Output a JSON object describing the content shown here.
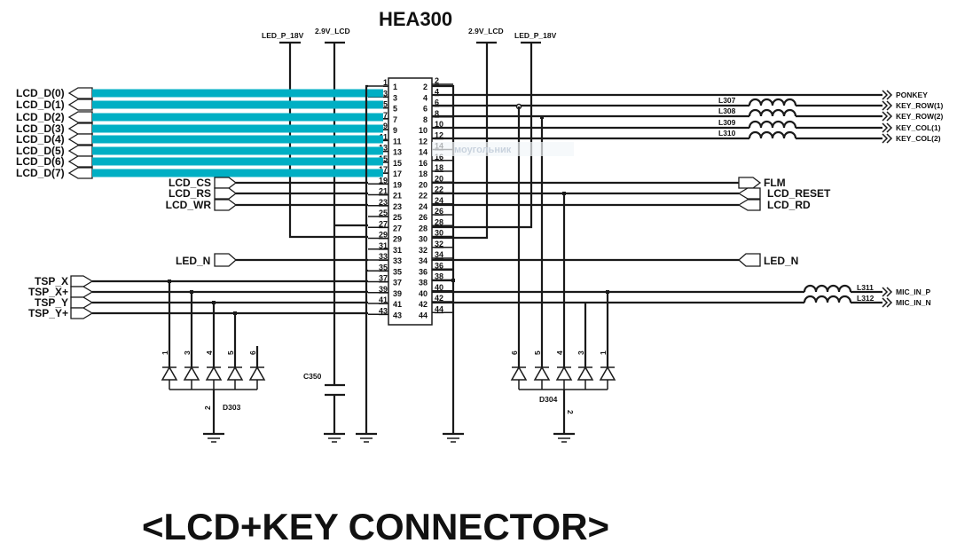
{
  "diagram": {
    "title": "HEA300",
    "caption": "<LCD+KEY CONNECTOR>",
    "watermark": "моугольник",
    "bus_color": "#00afc4",
    "wire_color": "#1a1a1a",
    "power_rails": {
      "left": [
        "LED_P_18V",
        "2.9V_LCD"
      ],
      "right": [
        "2.9V_LCD",
        "LED_P_18V"
      ]
    },
    "connector": {
      "name": "HEA300",
      "odd_pins": [
        "1",
        "3",
        "5",
        "7",
        "9",
        "11",
        "13",
        "15",
        "17",
        "19",
        "21",
        "23",
        "25",
        "27",
        "29",
        "31",
        "33",
        "35",
        "37",
        "39",
        "41",
        "43"
      ],
      "even_pins": [
        "2",
        "4",
        "6",
        "8",
        "10",
        "12",
        "14",
        "16",
        "18",
        "20",
        "22",
        "24",
        "26",
        "28",
        "30",
        "32",
        "34",
        "36",
        "38",
        "40",
        "42",
        "44"
      ]
    },
    "left_signals": {
      "lcd_data": [
        "LCD_D(0)",
        "LCD_D(1)",
        "LCD_D(2)",
        "LCD_D(3)",
        "LCD_D(4)",
        "LCD_D(5)",
        "LCD_D(6)",
        "LCD_D(7)"
      ],
      "lcd_control": [
        "LCD_CS",
        "LCD_RS",
        "LCD_WR"
      ],
      "led": "LED_N",
      "touch": [
        "TSP_X",
        "TSP_X+",
        "TSP_Y",
        "TSP_Y+"
      ]
    },
    "right_signals": {
      "keys": [
        "PONKEY",
        "KEY_ROW(1)",
        "KEY_ROW(2)",
        "KEY_COL(1)",
        "KEY_COL(2)"
      ],
      "lcd_control": [
        "FLM",
        "LCD_RESET",
        "LCD_RD"
      ],
      "led": "LED_N",
      "mic": [
        "MIC_IN_P",
        "MIC_IN_N"
      ]
    },
    "inductors": {
      "keys": [
        "L307",
        "L308",
        "L309",
        "L310"
      ],
      "mic": [
        "L311",
        "L312"
      ]
    },
    "capacitor": "C350",
    "diode_arrays": {
      "left": {
        "name": "D303",
        "pins": [
          "1",
          "3",
          "4",
          "5",
          "6"
        ],
        "common_pin": "2"
      },
      "right": {
        "name": "D304",
        "pins": [
          "6",
          "5",
          "4",
          "3",
          "1"
        ],
        "common_pin": "2"
      }
    }
  }
}
